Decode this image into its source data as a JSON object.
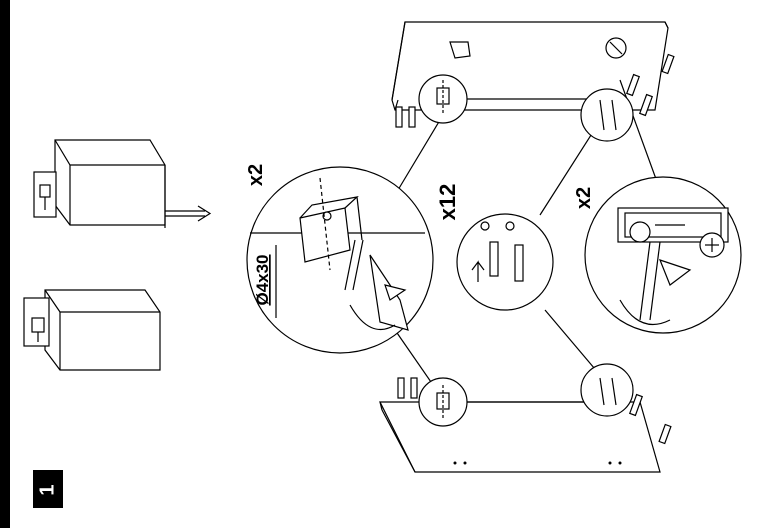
{
  "step": {
    "number": "1"
  },
  "callouts": {
    "screw_qty": "x2",
    "screw_size": "Ø4x30",
    "dowel_qty": "x12",
    "cam_qty": "x2"
  },
  "colors": {
    "ink": "#000000",
    "paper": "#ffffff"
  }
}
